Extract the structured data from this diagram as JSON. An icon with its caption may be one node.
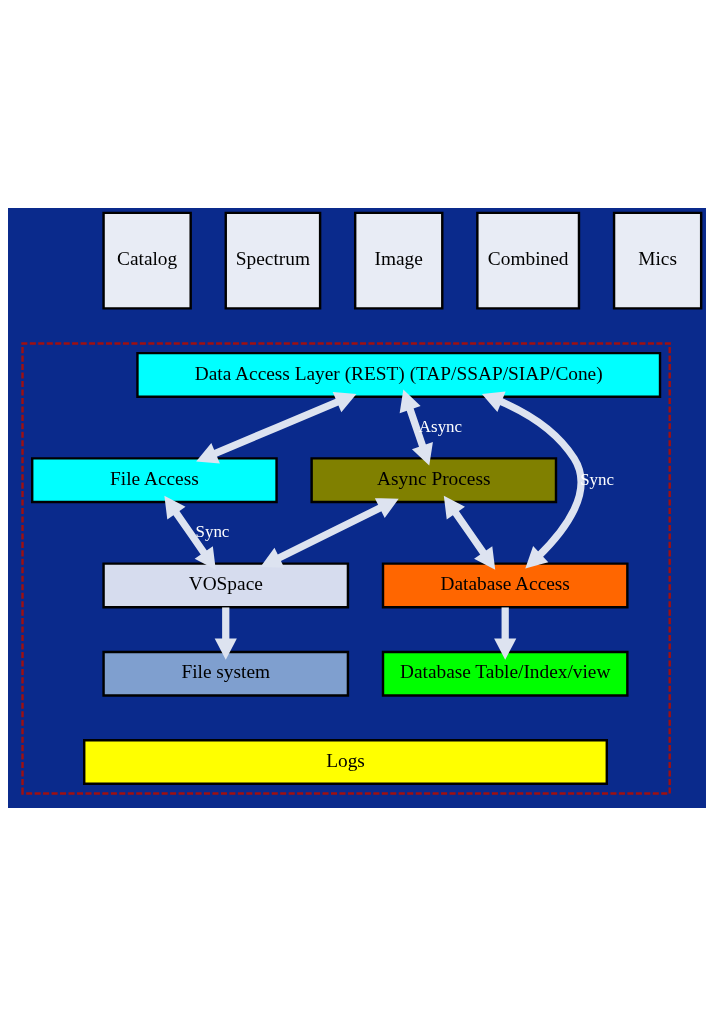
{
  "diagram": {
    "nodes": [
      {
        "text": [
          "Catalog"
        ]
      },
      {
        "text": [
          "Spectrum"
        ]
      },
      {
        "text": [
          "Image"
        ]
      },
      {
        "text": [
          "Combined"
        ]
      },
      {
        "text": [
          "Mics"
        ]
      },
      {
        "text": [],
        "shape": "box"
      },
      {
        "text": [
          "Data Access Layer (REST) (TAP/SSAP/SIAP/Cone)"
        ],
        "in": 5
      },
      {
        "text": [
          "File Access"
        ],
        "in": 5
      },
      {
        "text": [
          "Async Process"
        ],
        "in": 5
      },
      {
        "text": [
          "Database Access"
        ],
        "in": 5
      },
      {
        "text": [
          "VOSpace"
        ],
        "in": 5
      },
      {
        "text": [
          "Database Table/Index/view"
        ],
        "in": 5
      },
      {
        "text": [
          "File system"
        ],
        "in": 5
      },
      {
        "text": [
          "Logs"
        ],
        "in": 5
      }
    ],
    "edges": [
      {
        "from": 6,
        "to": 9,
        "arrow": "both",
        "label": "Sync"
      },
      {
        "from": 6,
        "to": 8,
        "arrow": "both",
        "label": "Async"
      },
      {
        "from": 6,
        "to": 7,
        "arrow": "both"
      },
      {
        "from": 7,
        "to": 10,
        "arrow": "both",
        "label": "Sync"
      },
      {
        "from": 8,
        "to": 9,
        "arrow": "both"
      },
      {
        "from": 8,
        "to": 10,
        "arrow": "both"
      },
      {
        "from": 9,
        "to": 11,
        "arrow": "to"
      },
      {
        "from": 10,
        "to": 12,
        "arrow": "to"
      }
    ]
  }
}
